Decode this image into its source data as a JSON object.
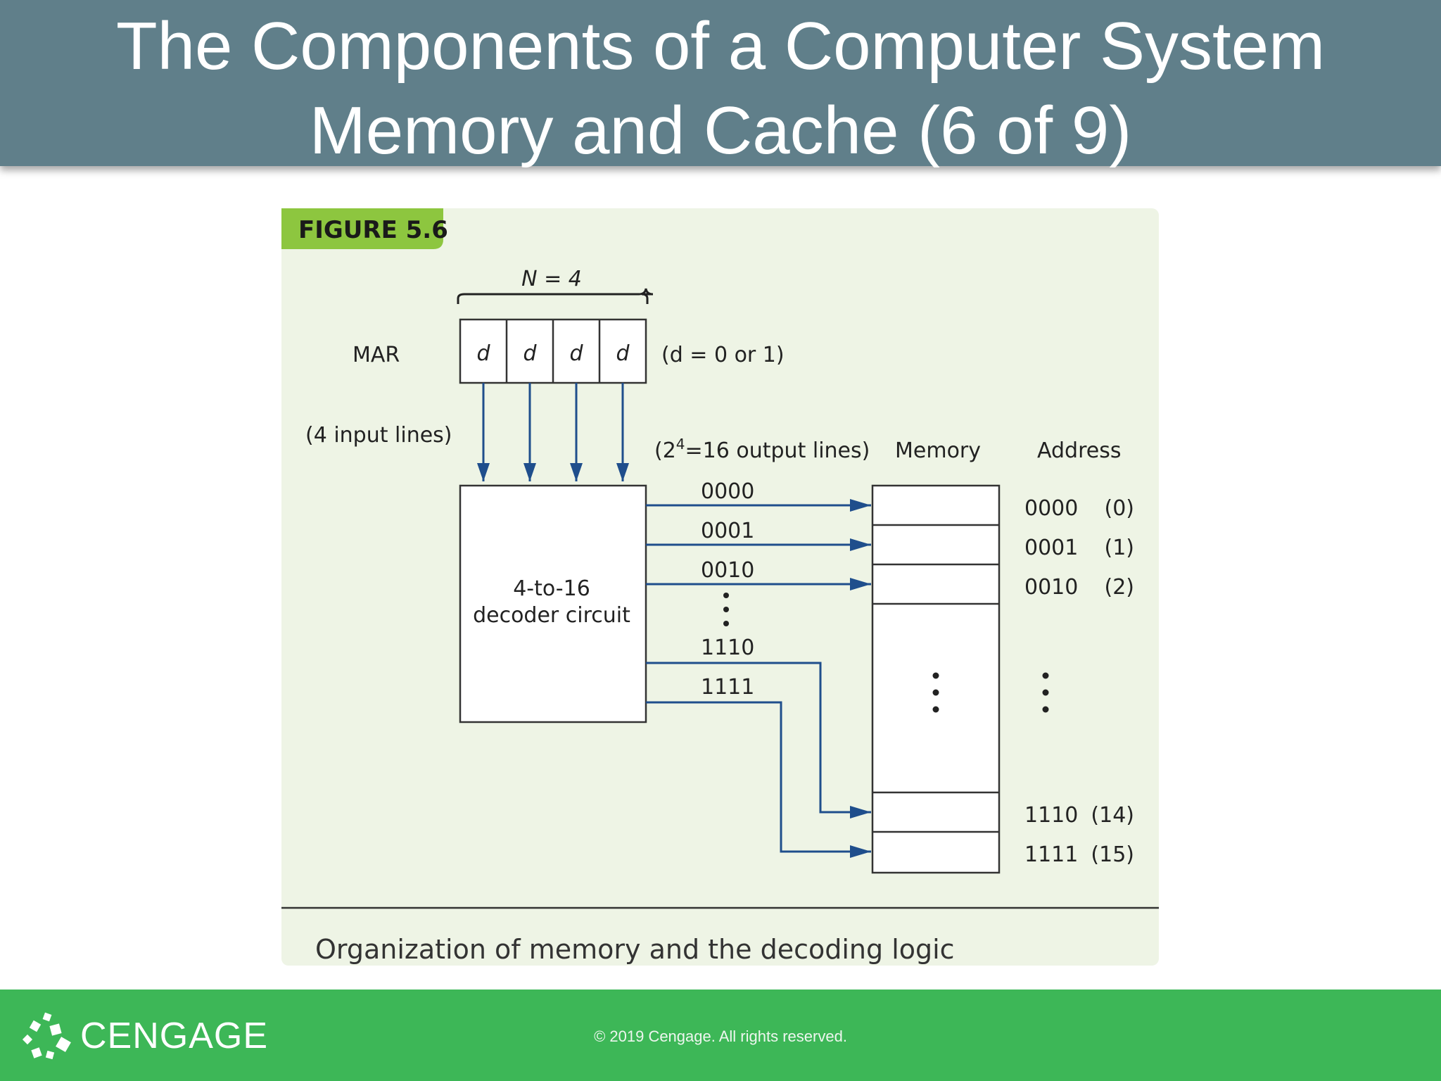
{
  "title": {
    "line1": "The Components of a Computer System",
    "line2": "Memory and Cache (6 of 9)"
  },
  "figure": {
    "tag": "FIGURE 5.6",
    "n_label": "N = 4",
    "mar_label": "MAR",
    "bits": [
      "d",
      "d",
      "d",
      "d"
    ],
    "d_note": "(d = 0 or 1)",
    "input_lines": "(4 input lines)",
    "output_lines_base": "(2",
    "output_lines_exp": "4",
    "output_lines_rest": "=16 output lines)",
    "memory_header": "Memory",
    "address_header": "Address",
    "decoder_line1": "4-to-16",
    "decoder_line2": "decoder circuit",
    "output_labels": [
      "0000",
      "0001",
      "0010",
      "1110",
      "1111"
    ],
    "addresses": [
      {
        "binary": "0000",
        "decimal": "(0)"
      },
      {
        "binary": "0001",
        "decimal": "(1)"
      },
      {
        "binary": "0010",
        "decimal": "(2)"
      },
      {
        "binary": "1110",
        "decimal": "(14)"
      },
      {
        "binary": "1111",
        "decimal": "(15)"
      }
    ],
    "caption": "Organization of memory and the decoding logic",
    "colors": {
      "panel": "#eef4e5",
      "tag": "#8dc63f",
      "arrow": "#1f4e8c"
    }
  },
  "footer": {
    "brand": "CENGAGE",
    "copyright": "© 2019 Cengage. All rights reserved."
  }
}
